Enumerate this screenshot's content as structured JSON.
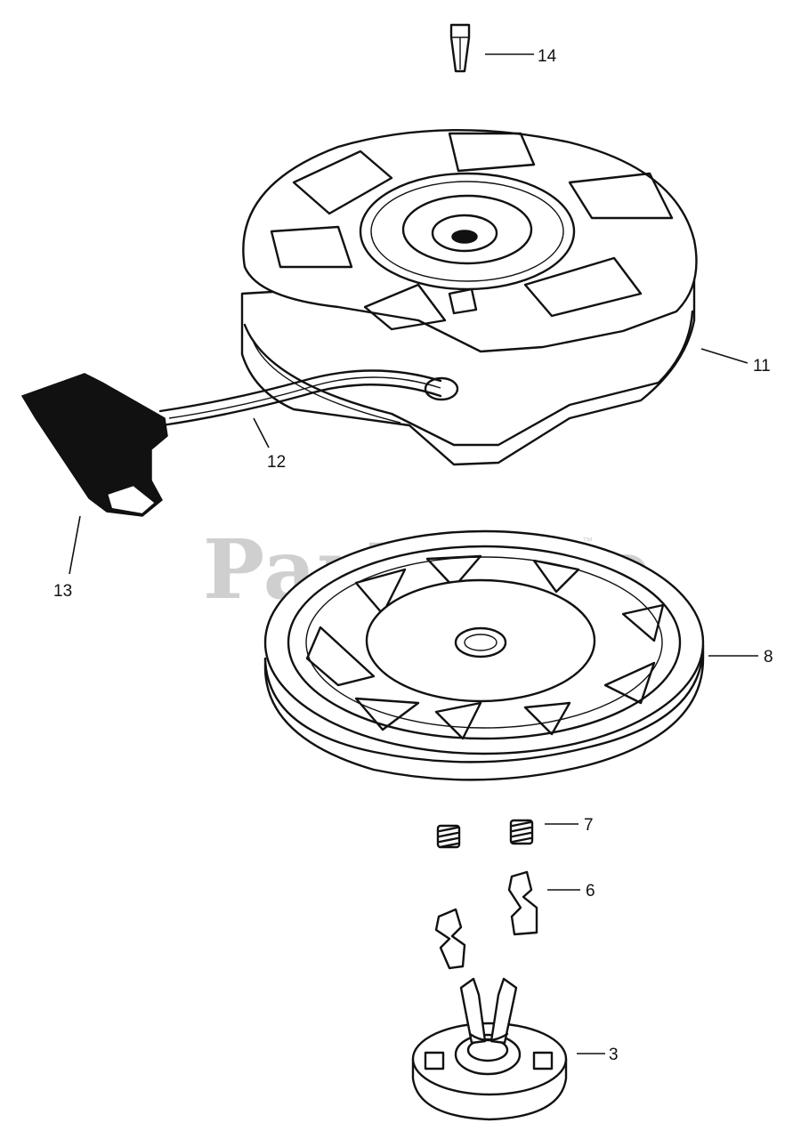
{
  "watermark": {
    "text": "PartsTree",
    "trademark": "™"
  },
  "callouts": [
    {
      "id": "14",
      "label": "14"
    },
    {
      "id": "11",
      "label": "11"
    },
    {
      "id": "12",
      "label": "12"
    },
    {
      "id": "13",
      "label": "13"
    },
    {
      "id": "8",
      "label": "8"
    },
    {
      "id": "7",
      "label": "7"
    },
    {
      "id": "6",
      "label": "6"
    },
    {
      "id": "3",
      "label": "3"
    }
  ]
}
